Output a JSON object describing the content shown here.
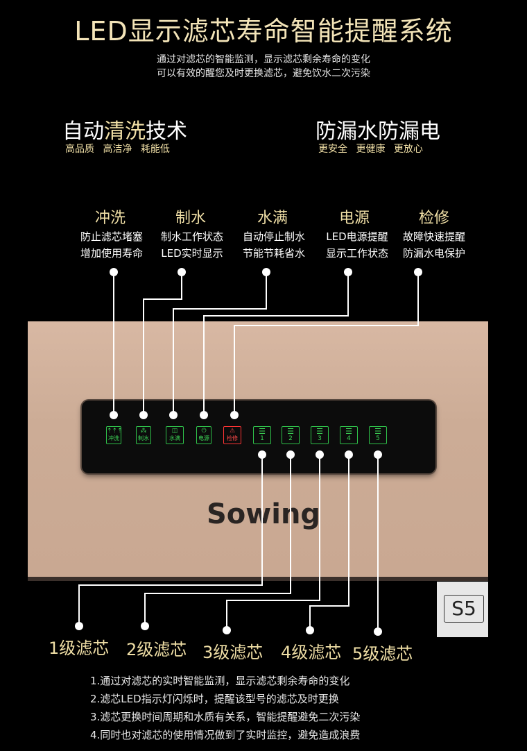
{
  "header": {
    "title": "LED显示滤芯寿命智能提醒系统",
    "subtitle_line1": "通过对滤芯的智能监测，显示滤芯剩余寿命的变化",
    "subtitle_line2": "可以有效的醒您及时更换滤芯，避免饮水二次污染"
  },
  "features": [
    {
      "head_a": "自动",
      "head_b": "清洗",
      "head_c": "技术",
      "sub": "高品质 高洁净 耗能低"
    },
    {
      "head_a": "防漏水防漏电",
      "sub": "更安全 更健康 更放心"
    }
  ],
  "functions": [
    {
      "title": "冲洗",
      "desc1": "防止滤芯堵塞",
      "desc2": "增加使用寿命"
    },
    {
      "title": "制水",
      "desc1": "制水工作状态",
      "desc2": "LED实时显示"
    },
    {
      "title": "水满",
      "desc1": "自动停止制水",
      "desc2": "节能节耗省水"
    },
    {
      "title": "电源",
      "desc1": "LED电源提醒",
      "desc2": "显示工作状态"
    },
    {
      "title": "检修",
      "desc1": "故障快速提醒",
      "desc2": "防漏水电保护"
    }
  ],
  "panel_keys": [
    {
      "icon": "⇡⇡⇡",
      "label": "冲洗",
      "color": "#2fc24a"
    },
    {
      "icon": "⁂",
      "label": "制水",
      "color": "#2fc24a"
    },
    {
      "icon": "◫",
      "label": "水满",
      "color": "#2fc24a"
    },
    {
      "icon": "⏻",
      "label": "电源",
      "color": "#2fc24a"
    },
    {
      "icon": "⚠",
      "label": "检修",
      "color": "#ff3434"
    }
  ],
  "filter_leds": [
    {
      "num": "1"
    },
    {
      "num": "2"
    },
    {
      "num": "3"
    },
    {
      "num": "4"
    },
    {
      "num": "5"
    }
  ],
  "brand": "Sowing",
  "model": "S5",
  "stages": [
    "1级滤芯",
    "2级滤芯",
    "3级滤芯",
    "4级滤芯",
    "5级滤芯"
  ],
  "notes": [
    "1.通过对滤芯的实时智能监测，显示滤芯剩余寿命的变化",
    "2.滤芯LED指示灯闪烁时，提醒该型号的滤芯及时更换",
    "3.滤芯更换时间周期和水质有关系，智能提醒避免二次污染",
    "4.同时也对滤芯的使用情况做到了实时监控，避免造成浪费"
  ]
}
